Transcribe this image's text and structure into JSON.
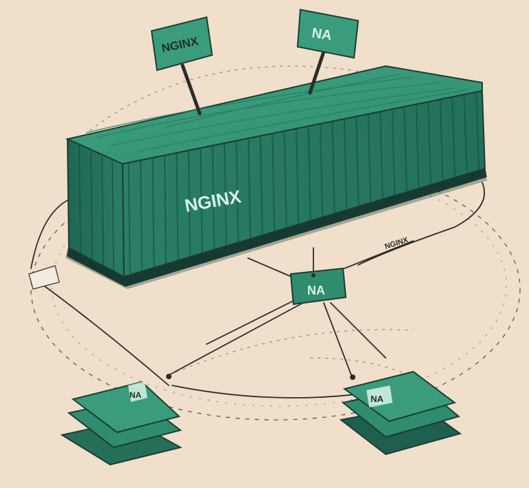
{
  "image": {
    "background_color": "#efdfcb",
    "palette": {
      "container_green": "#2f8c6e",
      "container_dark": "#1f5f4f",
      "container_top": "#3a9c7c",
      "ink": "#2c2c2c",
      "label_text": "#d9f2e6"
    }
  },
  "signs": {
    "left": "NGINX",
    "right": "NA",
    "center": "NA"
  },
  "container": {
    "side_text": "NGINX"
  },
  "cable_label": "NGINX",
  "devices": {
    "left_label": "NA",
    "right_label": "NA"
  }
}
